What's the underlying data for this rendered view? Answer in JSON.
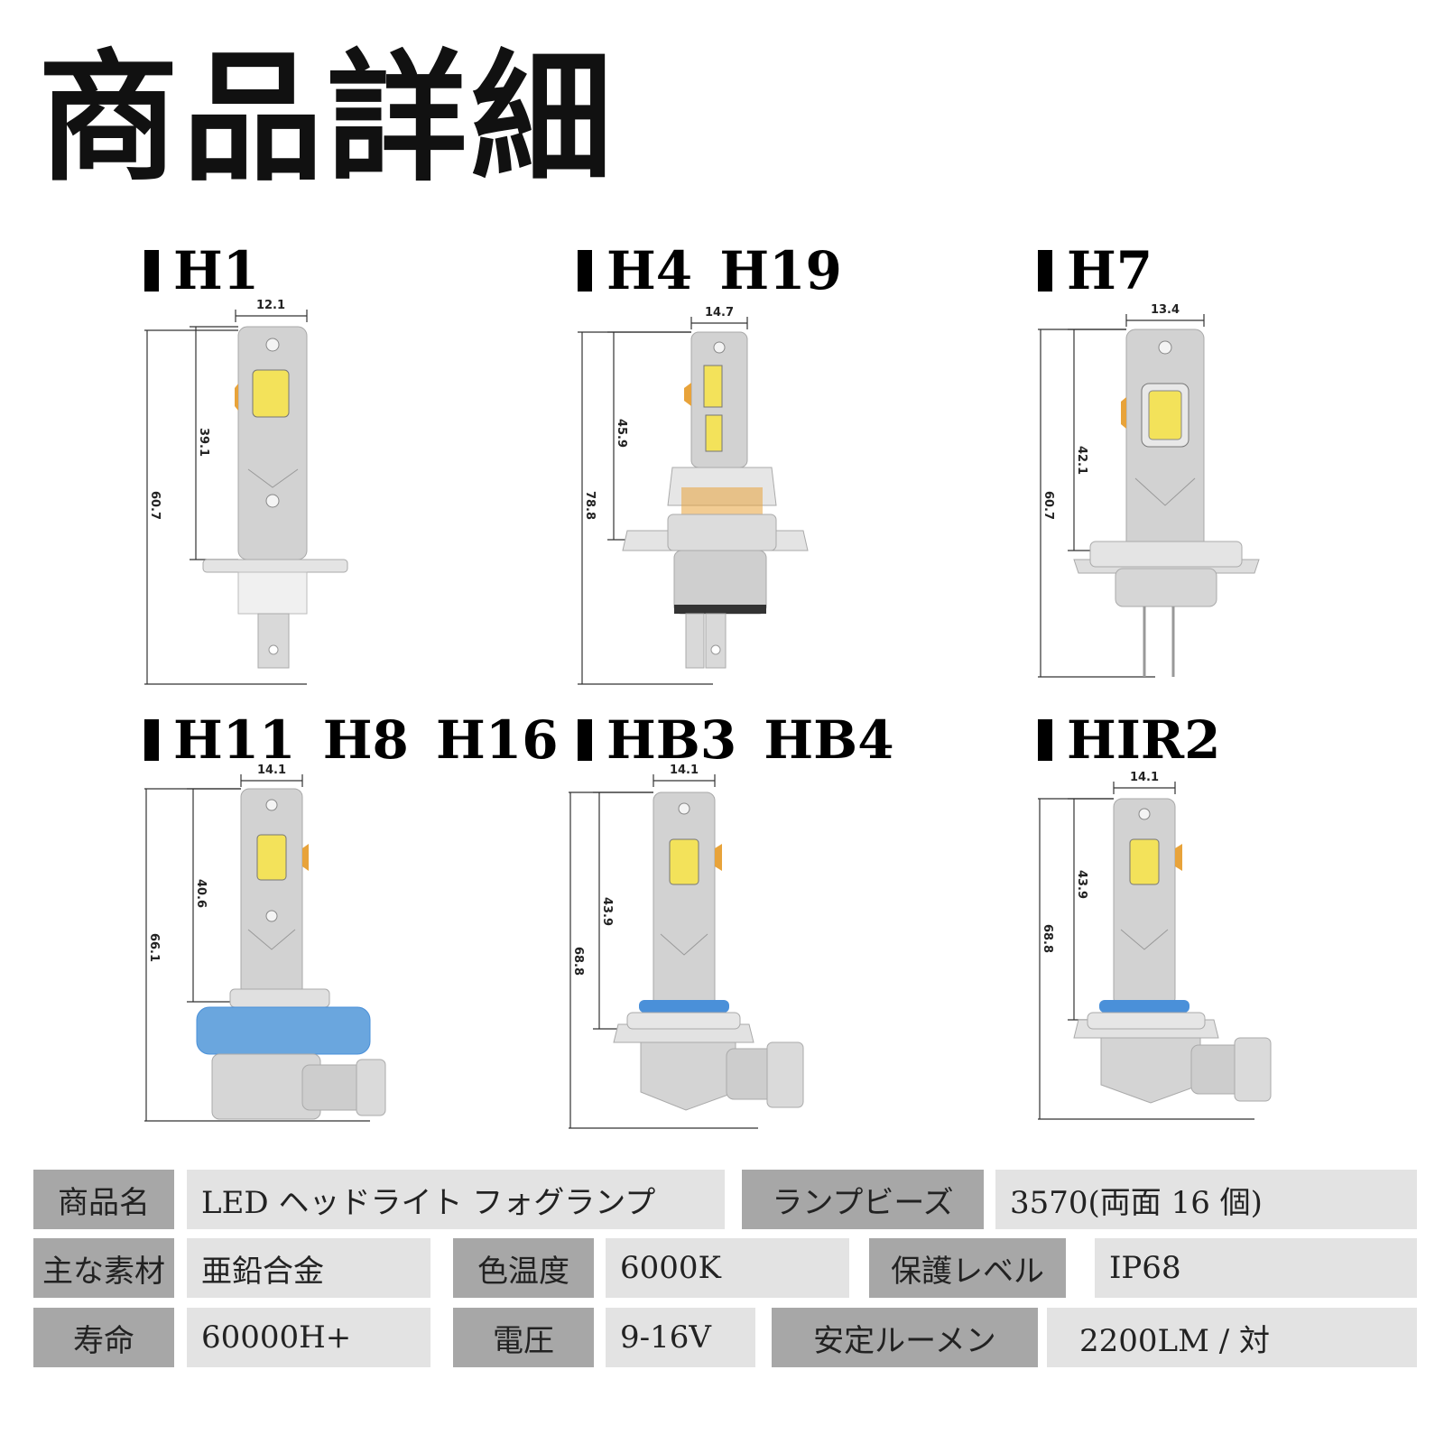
{
  "title": "商品詳細",
  "variants": [
    {
      "name": "H1",
      "width": "12.1",
      "inner": "39.1",
      "total": "60.7"
    },
    {
      "name": "H4 H19",
      "width": "14.7",
      "inner": "45.9",
      "total": "78.8"
    },
    {
      "name": "H7",
      "width": "13.4",
      "inner": "42.1",
      "total": "60.7"
    },
    {
      "name": "H11 H8 H16",
      "width": "14.1",
      "inner": "40.6",
      "total": "66.1"
    },
    {
      "name": "HB3 HB4",
      "width": "14.1",
      "inner": "43.9",
      "total": "68.8"
    },
    {
      "name": "HIR2",
      "width": "14.1",
      "inner": "43.9",
      "total": "68.8"
    }
  ],
  "specs": {
    "row1": {
      "name_label": "商品名",
      "name_value": "LED ヘッドライト フォグランプ",
      "beads_label": "ランプビーズ",
      "beads_value": "3570(両面 16 個)"
    },
    "row2": {
      "material_label": "主な素材",
      "material_value": "亜鉛合金",
      "color_temp_label": "色温度",
      "color_temp_value": "6000K",
      "protection_label": "保護レベル",
      "protection_value": "IP68"
    },
    "row3": {
      "life_label": "寿命",
      "life_value": "60000H+",
      "voltage_label": "電圧",
      "voltage_value": "9-16V",
      "lumen_label": "安定ルーメン",
      "lumen_value": "2200LM / 対"
    }
  },
  "colors": {
    "label_bg": "#a7a7a7",
    "value_bg": "#e3e3e3",
    "seal_blue": "#4a90d9",
    "led_yellow": "#f3e25a",
    "amber": "#e8a33a"
  }
}
